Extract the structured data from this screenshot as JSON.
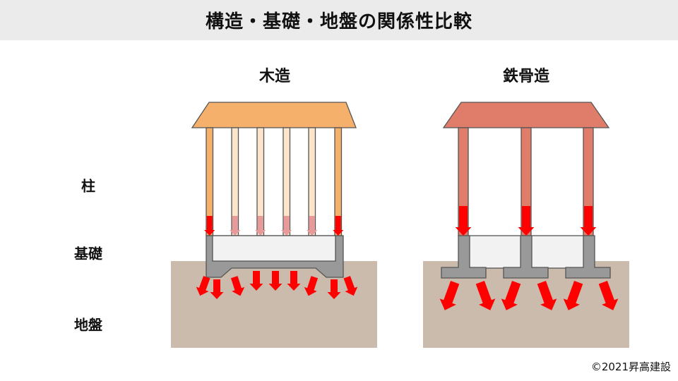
{
  "title": "構造・基礎・地盤の関係性比較",
  "columns": {
    "wood": "木造",
    "steel": "鉄骨造"
  },
  "row_labels": {
    "pillar": "柱",
    "foundation": "基礎",
    "ground": "地盤"
  },
  "copyright": "©2021昇高建設",
  "colors": {
    "wood_roof": "#f5b06b",
    "wood_inner_pillar": "#fde5cc",
    "steel": "#df7c6a",
    "load_arrow": "#ff0000",
    "faded_arrow": "#e89a9a",
    "concrete": "#999999",
    "ground": "#cbbbad"
  }
}
